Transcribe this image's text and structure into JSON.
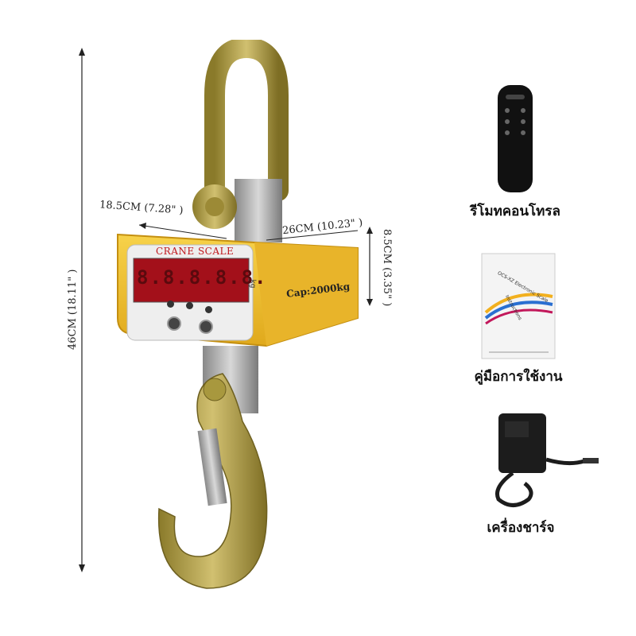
{
  "dimensions": {
    "height": "46CM (18.11\" )",
    "width": "18.5CM (7.28\" )",
    "depth": "26CM (10.23\" )",
    "display_height": "8.5CM (3.35\" )"
  },
  "scale": {
    "brand_text": "CRANE SCALE",
    "capacity_text": "Cap:2000kg",
    "unit_text": "kg",
    "display_value": "8.8.8.8.8."
  },
  "accessories": [
    {
      "label": "รีโมทคอนโทรล",
      "icon": "remote-control-icon"
    },
    {
      "label": "คู่มือการใช้งาน",
      "icon": "manual-booklet-icon",
      "booklet_title": "OCS-XZ Electronic Scale",
      "booklet_subtitle": "Instructions"
    },
    {
      "label": "เครื่องชาร์จ",
      "icon": "charger-adapter-icon"
    }
  ],
  "colors": {
    "scale_body": "#f2c233",
    "display_panel": "#a3101a",
    "metal": "#b6a246"
  }
}
